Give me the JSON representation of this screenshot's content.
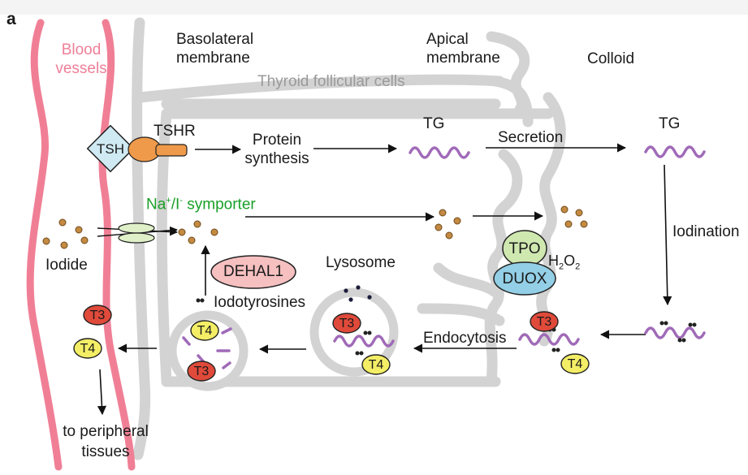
{
  "panel_label": "a",
  "labels": {
    "blood_vessels_line1": "Blood",
    "blood_vessels_line2": "vessels",
    "basolateral_line1": "Basolateral",
    "basolateral_line2": "membrane",
    "apical_line1": "Apical",
    "apical_line2": "membrane",
    "colloid": "Colloid",
    "thyroid_cells": "Thyroid follicular cells",
    "tshr": "TSHR",
    "tsh": "TSH",
    "protein_line1": "Protein",
    "protein_line2": "synthesis",
    "tg_cell": "TG",
    "tg_colloid": "TG",
    "secretion": "Secretion",
    "symporter_base": "Na",
    "symporter_plus": "+",
    "symporter_mid": "/I",
    "symporter_minus": "-",
    "symporter_rest": " symporter",
    "iodination": "Iodination",
    "iodide": "Iodide",
    "tpo": "TPO",
    "duox": "DUOX",
    "h2o2_h": "H",
    "h2o2_2a": "2",
    "h2o2_o": "O",
    "h2o2_2b": "2",
    "lysosome": "Lysosome",
    "dehal1": "DEHAL1",
    "iodotyrosines": "Iodotyrosines",
    "endocytosis": "Endocytosis",
    "t3": "T3",
    "t4": "T4",
    "peripheral_line1": "to peripheral",
    "peripheral_line2": "tissues"
  },
  "colors": {
    "blood_vessel": "#f07f96",
    "membrane_gray": "#d3d3d3",
    "tg_purple": "#a06ab8",
    "iodide_brown": "#c48a42",
    "tsh_fill": "#cfeaf2",
    "tshr_orange": "#ef9a4a",
    "symporter_green": "#dff0c8",
    "tpo_green": "#cfe8b0",
    "duox_blue": "#93cfe6",
    "t3_red": "#e04a3a",
    "t4_yellow": "#f4ee66",
    "dehal1_pink": "#f6c0c0"
  }
}
